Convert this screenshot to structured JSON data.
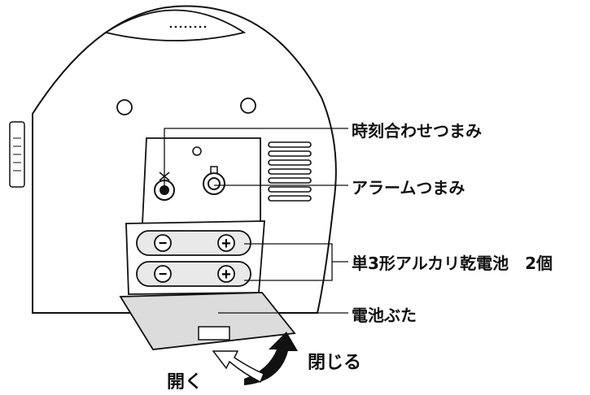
{
  "labels": {
    "time_knob": "時刻合わせつまみ",
    "alarm_knob": "アラームつまみ",
    "batteries": "単3形アルカリ乾電池　2個",
    "battery_cover": "電池ぶた",
    "close": "閉じる",
    "open": "開く"
  },
  "battery_symbols": {
    "minus": "−",
    "plus": "+"
  },
  "colors": {
    "line": "#111111",
    "battery_fill": "#e9e9e9",
    "cover_fill": "#dcdcdc",
    "close_arrow": "#111111",
    "open_arrow": "#ffffff"
  }
}
